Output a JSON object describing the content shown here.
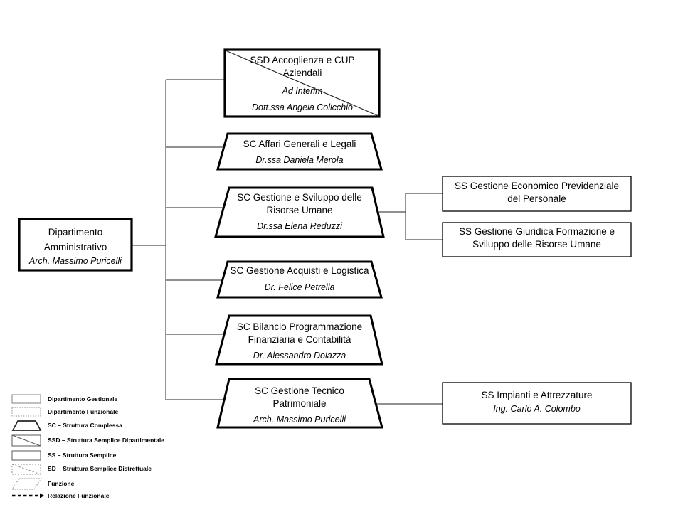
{
  "colors": {
    "background": "#ffffff",
    "box_border": "#000000",
    "connector": "#4d4d4d",
    "legend_border": "#808080"
  },
  "root": {
    "id": "dipartimento-amministrativo",
    "lines": [
      "Dipartimento",
      "Amministrativo"
    ],
    "name": "Arch. Massimo Puricelli"
  },
  "nodes": [
    {
      "id": "ssd-accoglienza-cup",
      "type": "SSD",
      "lines": [
        "SSD Accoglienza e CUP",
        "Aziendali"
      ],
      "subtitle": "Ad Interim",
      "name": "Dott.ssa Angela Colicchio"
    },
    {
      "id": "sc-affari-generali-legali",
      "type": "SC",
      "lines": [
        "SC Affari Generali e Legali"
      ],
      "name": "Dr.ssa Daniela Merola"
    },
    {
      "id": "sc-gestione-sviluppo-risorse-umane",
      "type": "SC",
      "lines": [
        "SC Gestione e Sviluppo delle",
        "Risorse Umane"
      ],
      "name": "Dr.ssa Elena Reduzzi"
    },
    {
      "id": "sc-gestione-acquisti-logistica",
      "type": "SC",
      "lines": [
        "SC Gestione Acquisti e Logistica"
      ],
      "name": "Dr. Felice Petrella"
    },
    {
      "id": "sc-bilancio-programmazione",
      "type": "SC",
      "lines": [
        "SC Bilancio Programmazione",
        "Finanziaria e Contabilità"
      ],
      "name": "Dr. Alessandro Dolazza"
    },
    {
      "id": "sc-gestione-tecnico-patrimoniale",
      "type": "SC",
      "lines": [
        "SC Gestione Tecnico",
        "Patrimoniale"
      ],
      "name": "Arch. Massimo Puricelli"
    }
  ],
  "sub_nodes": [
    {
      "id": "ss-gestione-economico-previdenziale",
      "type": "SS",
      "lines": [
        "SS Gestione Economico Previdenziale",
        "del Personale"
      ]
    },
    {
      "id": "ss-gestione-giuridica-formazione",
      "type": "SS",
      "lines": [
        "SS Gestione Giuridica Formazione e",
        "Sviluppo delle Risorse Umane"
      ]
    },
    {
      "id": "ss-impianti-attrezzature",
      "type": "SS",
      "lines": [
        "SS Impianti e Attrezzature"
      ],
      "name": "Ing. Carlo A. Colombo"
    }
  ],
  "legend": {
    "items": [
      {
        "label": "Dipartimento Gestionale",
        "shape": "solid-rect"
      },
      {
        "label": "Dipartimento Funzionale",
        "shape": "dotted-rect"
      },
      {
        "label": "SC – Struttura Complessa",
        "shape": "trapezoid"
      },
      {
        "label": "SSD – Struttura Semplice Dipartimentale",
        "shape": "rect-diagonal"
      },
      {
        "label": "SS – Struttura Semplice",
        "shape": "solid-rect"
      },
      {
        "label": "SD – Struttura Semplice Distrettuale",
        "shape": "dotted-rect-diagonal"
      },
      {
        "label": "Funzione",
        "shape": "dotted-parallelogram"
      },
      {
        "label": "Relazione Funzionale",
        "shape": "dashed-arrow"
      }
    ]
  }
}
